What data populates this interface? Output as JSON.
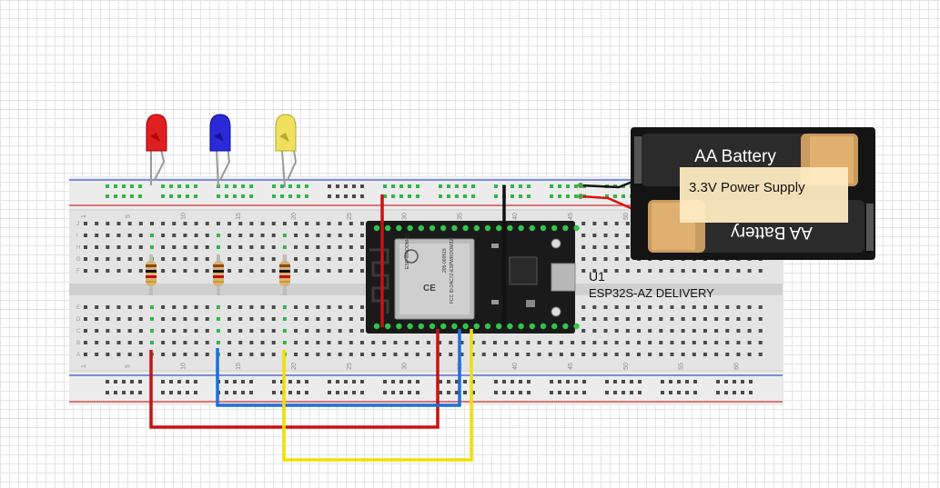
{
  "breadboard": {
    "column_numbers": [
      "1",
      "5",
      "10",
      "15",
      "20",
      "25",
      "30",
      "35",
      "40",
      "45",
      "50",
      "55",
      "60"
    ],
    "row_letters_top": [
      "J",
      "I",
      "H",
      "G",
      "F"
    ],
    "row_letters_bottom": [
      "E",
      "D",
      "C",
      "B",
      "A"
    ]
  },
  "leds": [
    {
      "color_name": "red",
      "color": "#e02020"
    },
    {
      "color_name": "blue",
      "color": "#2a2ad8"
    },
    {
      "color_name": "yellow",
      "color": "#f0e060"
    }
  ],
  "resistors": [
    {
      "id": "R1"
    },
    {
      "id": "R2"
    },
    {
      "id": "R3"
    }
  ],
  "wires": [
    {
      "name": "red-wire",
      "color": "#cc1010"
    },
    {
      "name": "blue-wire",
      "color": "#1f6fd6"
    },
    {
      "name": "yellow-wire",
      "color": "#f0e000"
    },
    {
      "name": "vcc-wire",
      "color": "#cc1010"
    },
    {
      "name": "gnd-wire",
      "color": "#111111"
    },
    {
      "name": "battery-red-lead",
      "color": "#dd1010"
    },
    {
      "name": "battery-black-lead",
      "color": "#111111"
    }
  ],
  "module": {
    "designator": "U1",
    "name": "ESP32S-AZ DELIVERY",
    "chip_lines": [
      "ESP-WROOM-32",
      "205-000519",
      "FCC ID:2AC7Z-ESPWROOM32"
    ]
  },
  "battery_pack": {
    "cell_top_label": "AA Battery",
    "cell_bottom_label": "AA Battery",
    "power_label": "3.3V Power Supply"
  }
}
